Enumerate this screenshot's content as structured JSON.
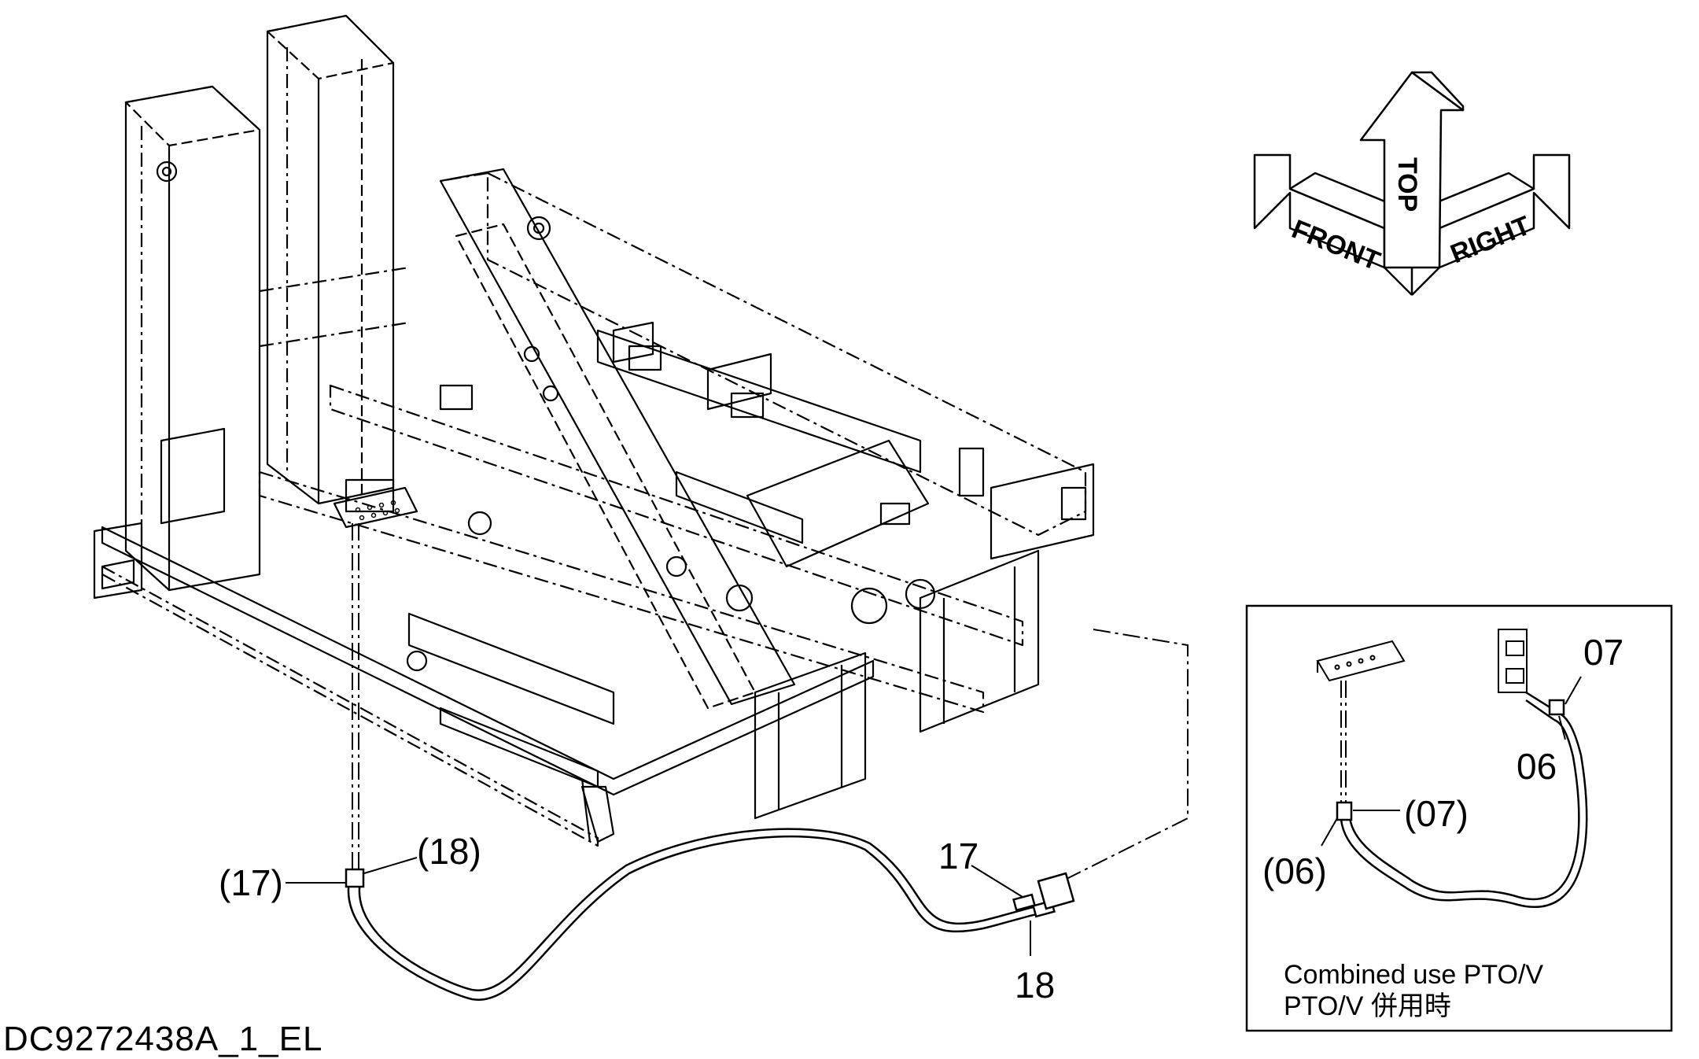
{
  "document_code": "DC9272438A_1_EL",
  "orientation": {
    "front": "FRONT",
    "top": "TOP",
    "right": "RIGHT"
  },
  "callouts": {
    "main": {
      "p17": "(17)",
      "p18": "(18)",
      "n17": "17",
      "n18": "18"
    },
    "inset": {
      "n07": "07",
      "n06": "06",
      "p07": "(07)",
      "p06": "(06)"
    }
  },
  "inset_note": {
    "line1": "Combined use PTO/V",
    "line2": "PTO/V 併用時"
  },
  "colors": {
    "line": "#000000",
    "background": "#ffffff"
  }
}
